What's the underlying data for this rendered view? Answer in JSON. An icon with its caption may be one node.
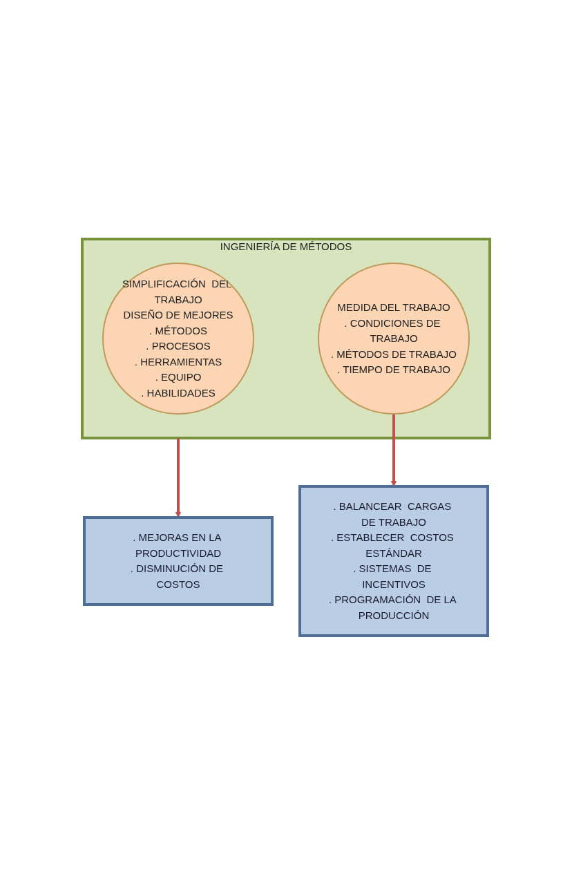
{
  "diagram": {
    "nodes": [
      {
        "text": [
          ". MEJORAS EN LA PRODUCTIVIDAD",
          ". DISMINUCIÓN DE COSTOS"
        ]
      },
      {
        "text": [
          "INGENIERÍA DE MÉTODOS"
        ]
      },
      {
        "text": [
          "SIMPLIFICACIÓN  DEL TRABAJO",
          "DISEÑO DE MEJORES",
          ". MÉTODOS",
          ". PROCESOS",
          ". HERRAMIENTAS",
          ". EQUIPO",
          ". HABILIDADES"
        ],
        "in": 1
      },
      {
        "text": [
          "MEDIDA DEL TRABAJO",
          ". CONDICIONES DE TRABAJO",
          ". MÉTODOS DE TRABAJO",
          ". TIEMPO DE TRABAJO"
        ],
        "in": 1
      },
      {
        "text": [
          ". BALANCEAR  CARGAS DE TRABAJO",
          ". ESTABLECER  COSTOS ESTÁNDAR",
          ". SISTEMAS  DE INCENTIVOS",
          ". PROGRAMACIÓN  DE LA PRODUCCIÓN"
        ]
      }
    ],
    "edges": [
      {
        "from": 1,
        "to": 0,
        "arrow": "to"
      },
      {
        "from": 3,
        "to": 4,
        "arrow": "to"
      }
    ]
  }
}
